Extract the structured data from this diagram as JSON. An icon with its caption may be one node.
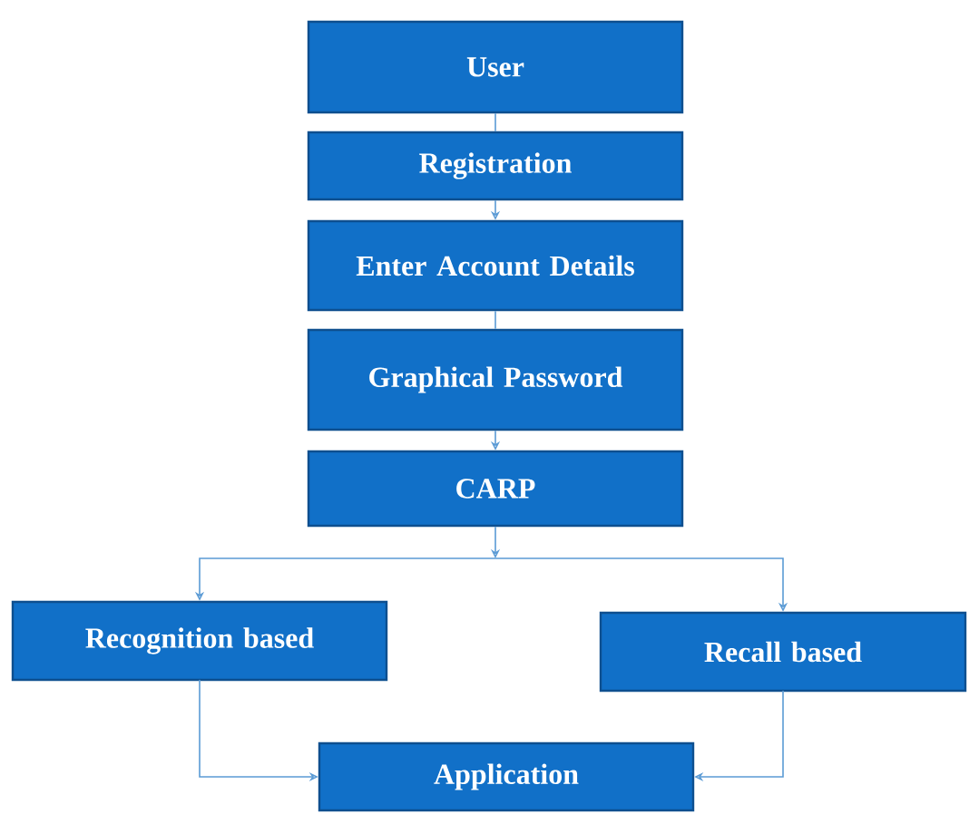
{
  "diagram": {
    "nodes": [
      {
        "text": [
          "User"
        ]
      },
      {
        "text": [
          "Registration"
        ]
      },
      {
        "text": [
          "Enter Account Details"
        ]
      },
      {
        "text": [
          "Graphical Password"
        ]
      },
      {
        "text": [
          "CARP"
        ]
      },
      {
        "text": [
          "Recognition based"
        ]
      },
      {
        "text": [
          "Recall based"
        ]
      },
      {
        "text": [
          "Application"
        ]
      }
    ],
    "edges": [
      {
        "from": 0,
        "to": 1,
        "arrow": "none"
      },
      {
        "from": 1,
        "to": 2,
        "arrow": "to"
      },
      {
        "from": 2,
        "to": 3,
        "arrow": "none"
      },
      {
        "from": 3,
        "to": 4,
        "arrow": "to"
      },
      {
        "from": 4,
        "to": 5,
        "arrow": "to"
      },
      {
        "from": 4,
        "to": 6,
        "arrow": "to"
      },
      {
        "from": 5,
        "to": 7,
        "arrow": "to"
      },
      {
        "from": 6,
        "to": 7,
        "arrow": "to"
      }
    ]
  }
}
